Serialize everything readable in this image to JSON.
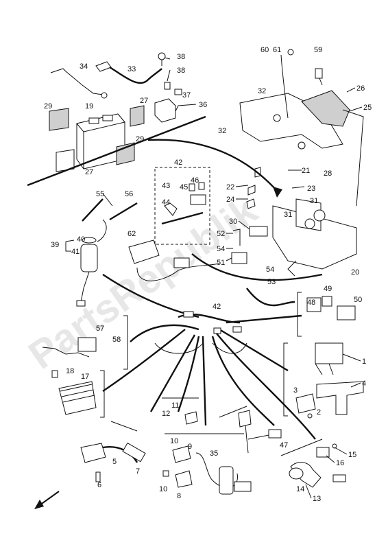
{
  "watermark": "PartsRepublik",
  "labels": [
    "1",
    "2",
    "3",
    "4",
    "5",
    "6",
    "7",
    "8",
    "9",
    "10",
    "10",
    "11",
    "12",
    "13",
    "14",
    "15",
    "16",
    "17",
    "18",
    "19",
    "20",
    "21",
    "22",
    "23",
    "24",
    "25",
    "26",
    "27",
    "27",
    "28",
    "29",
    "29",
    "30",
    "31",
    "31",
    "32",
    "32",
    "33",
    "34",
    "35",
    "36",
    "37",
    "38",
    "38",
    "39",
    "40",
    "41",
    "42",
    "42",
    "43",
    "44",
    "45",
    "46",
    "47",
    "48",
    "49",
    "50",
    "51",
    "52",
    "53",
    "54",
    "54",
    "55",
    "56",
    "57",
    "58",
    "59",
    "60",
    "61",
    "62"
  ]
}
